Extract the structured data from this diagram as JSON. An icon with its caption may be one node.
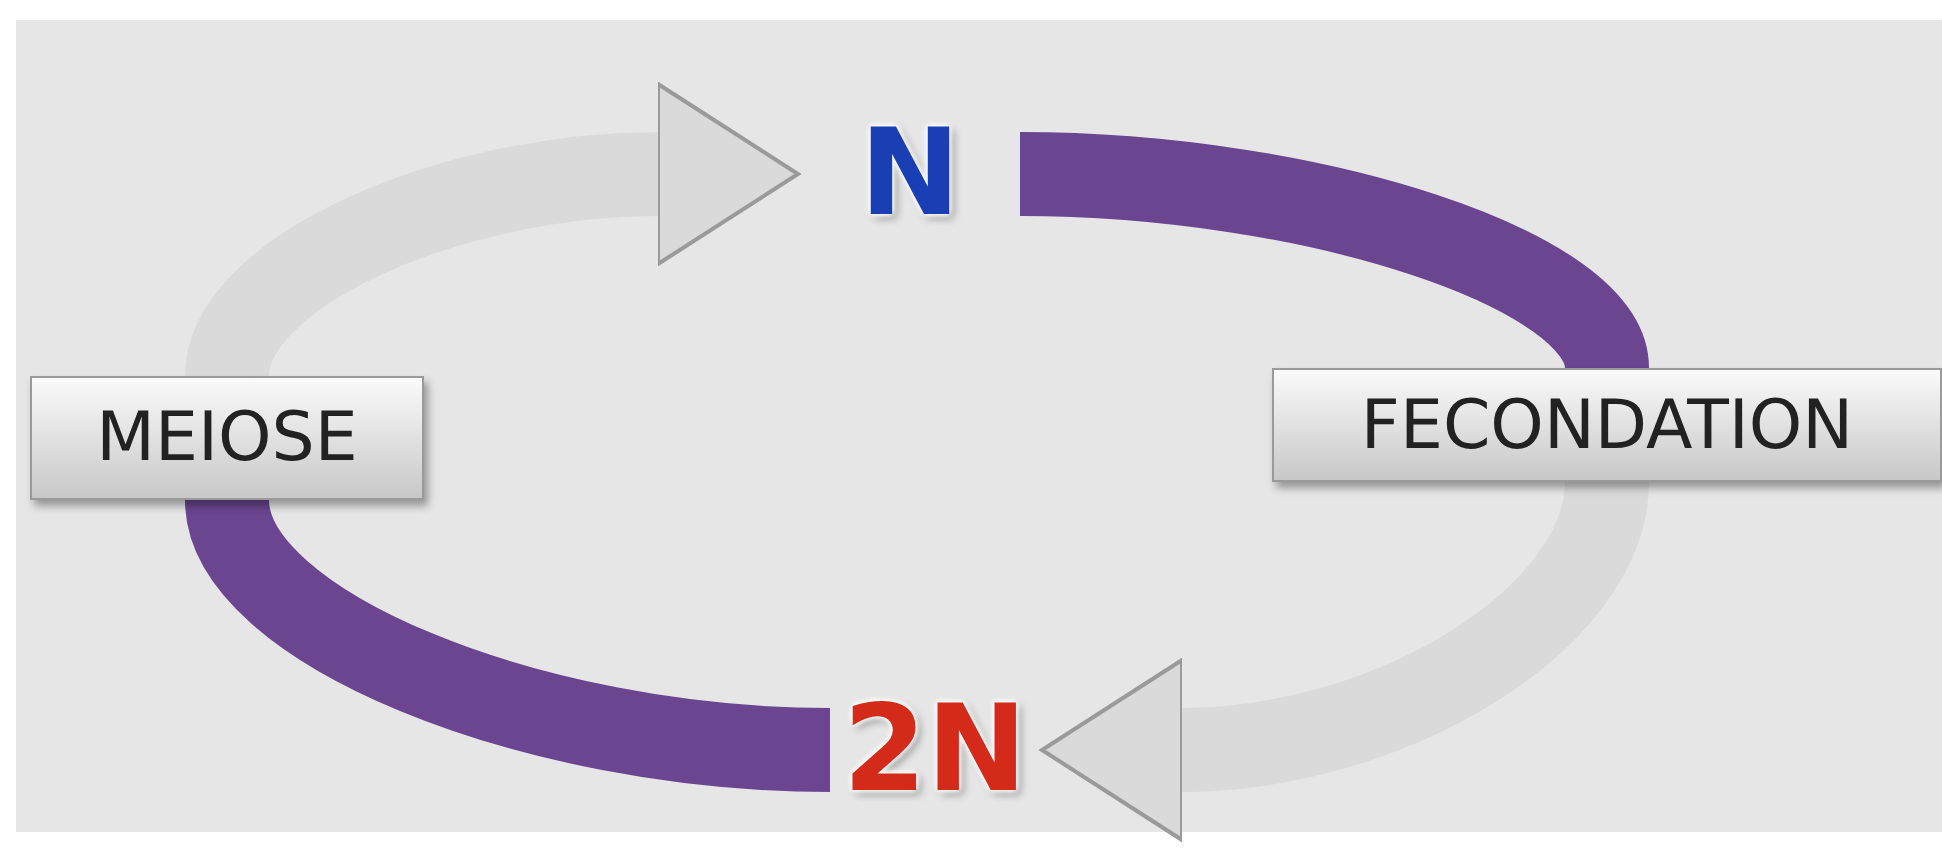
{
  "diagram": {
    "nodes": [
      {
        "text": [
          "N"
        ]
      },
      {
        "text": [
          "MEIOSE"
        ]
      },
      {
        "text": [
          "FECONDATION"
        ]
      },
      {
        "text": [
          "2N"
        ]
      }
    ],
    "edges": [
      {
        "from": 1,
        "to": 0,
        "arrow": "to",
        "color": "#dadada"
      },
      {
        "from": 0,
        "to": 2,
        "arrow": "none",
        "color": "#6b4590"
      },
      {
        "from": 2,
        "to": 3,
        "arrow": "to",
        "color": "#dadada"
      },
      {
        "from": 3,
        "to": 1,
        "arrow": "none",
        "color": "#6b4590"
      }
    ]
  }
}
